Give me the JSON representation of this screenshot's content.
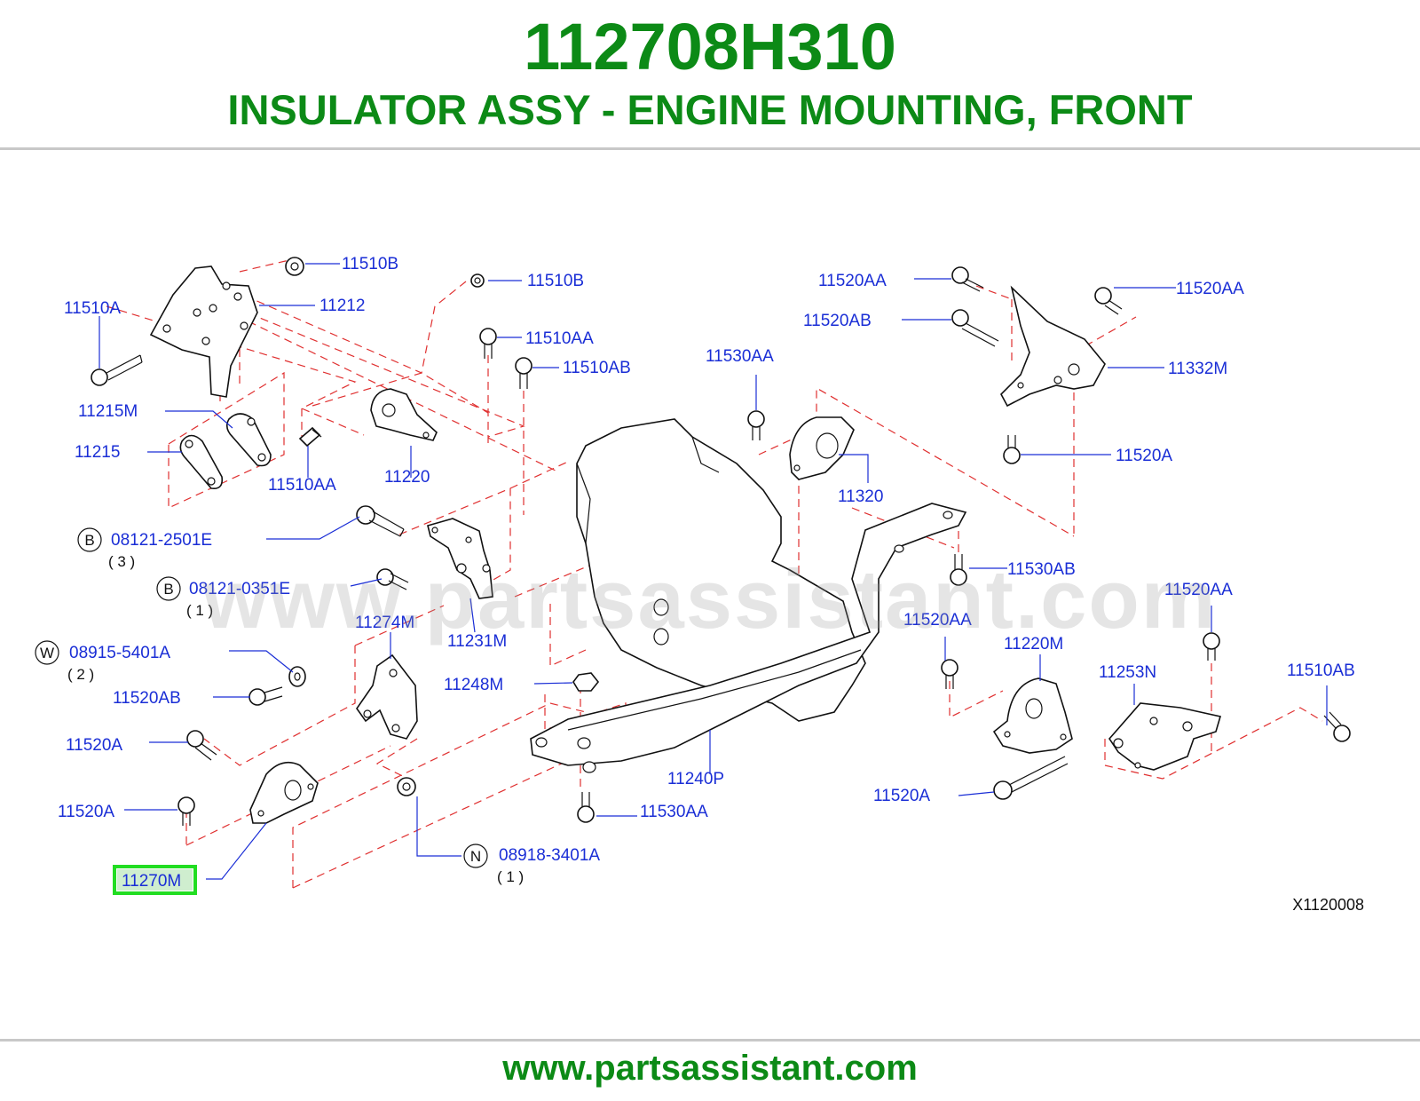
{
  "header": {
    "part_number": "112708H310",
    "part_name": "INSULATOR ASSY - ENGINE MOUNTING, FRONT"
  },
  "diagram": {
    "watermark": "www.partsassistant.com",
    "reference_code": "X1120008",
    "highlighted_label": "11270M",
    "highlight_color": "#22dd22",
    "label_color": "#1a2ed6",
    "dash_color": "#e03030",
    "labels": {
      "l_11510B_a": "11510B",
      "l_11212": "11212",
      "l_11510A": "11510A",
      "l_11510B_b": "11510B",
      "l_11510AA_a": "11510AA",
      "l_11510AB_a": "11510AB",
      "l_11215M": "11215M",
      "l_11215": "11215",
      "l_11510AA_b": "11510AA",
      "l_11220": "11220",
      "l_08121_2501E": "08121-2501E",
      "q_08121_2501E": "( 3 )",
      "l_08121_0351E": "08121-0351E",
      "q_08121_0351E": "( 1 )",
      "l_11231M": "11231M",
      "l_11274M": "11274M",
      "l_08915_5401A": "08915-5401A",
      "q_08915_5401A": "( 2 )",
      "l_11520AB_a": "11520AB",
      "l_11520A_a": "11520A",
      "l_11248M": "11248M",
      "l_11520A_b": "11520A",
      "l_08918_3401A": "08918-3401A",
      "q_08918_3401A": "( 1 )",
      "l_11240P": "11240P",
      "l_11530AA_a": "11530AA",
      "l_11530AA_b": "11530AA",
      "l_11320": "11320",
      "l_11530AB": "11530AB",
      "l_11520AA_a": "11520AA",
      "l_11520AB_b": "11520AB",
      "l_11520AA_b": "11520AA",
      "l_11332M": "11332M",
      "l_11520A_c": "11520A",
      "l_11520AA_c": "11520AA",
      "l_11520AA_d": "11520AA",
      "l_11220M": "11220M",
      "l_11253N": "11253N",
      "l_11510AB_b": "11510AB",
      "l_11520A_d": "11520A"
    },
    "circled_letters": {
      "c_b1": "B",
      "c_b2": "B",
      "c_w": "W",
      "c_n": "N"
    }
  },
  "footer": {
    "website": "www.partsassistant.com"
  }
}
